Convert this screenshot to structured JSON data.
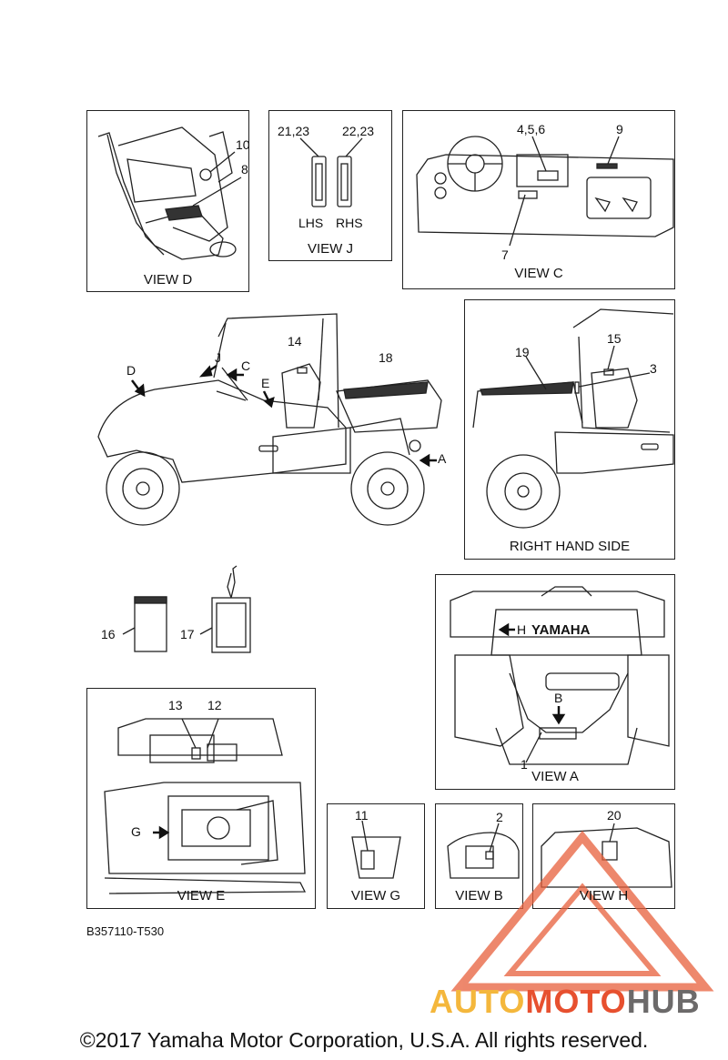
{
  "views": {
    "d": {
      "caption": "VIEW D",
      "callouts": [
        "10",
        "8"
      ]
    },
    "j": {
      "caption": "VIEW J",
      "left_top": "21,23",
      "right_top": "22,23",
      "lhs": "LHS",
      "rhs": "RHS"
    },
    "c": {
      "caption": "VIEW C",
      "callouts": [
        "4,5,6",
        "9",
        "7"
      ]
    },
    "main": {
      "callouts": [
        "14",
        "18"
      ],
      "arrows": [
        "D",
        "J",
        "C",
        "E",
        "A"
      ]
    },
    "rhs": {
      "caption": "RIGHT HAND SIDE",
      "callouts": [
        "19",
        "15",
        "3"
      ]
    },
    "tags": {
      "callouts": [
        "16",
        "17"
      ]
    },
    "a": {
      "caption": "VIEW A",
      "callouts": [
        "1"
      ],
      "arrows": [
        "H",
        "B"
      ],
      "plate_text": "YAMAHA"
    },
    "e": {
      "caption": "VIEW E",
      "callouts": [
        "13",
        "12"
      ],
      "arrows": [
        "G"
      ]
    },
    "g": {
      "caption": "VIEW G",
      "callouts": [
        "11"
      ]
    },
    "b": {
      "caption": "VIEW B",
      "callouts": [
        "2"
      ]
    },
    "h": {
      "caption": "VIEW H",
      "callouts": [
        "20"
      ]
    }
  },
  "diagram_code": "B357110-T530",
  "watermark": {
    "part1": "AUTO",
    "part2": "MOTO",
    "part3": "HUB"
  },
  "copyright": "©2017 Yamaha Motor Corporation, U.S.A. All rights reserved.",
  "colors": {
    "line": "#222222",
    "watermark_triangle": "#e8603c",
    "watermark_yellow": "#f4b73c",
    "watermark_red": "#e7502f",
    "watermark_grey": "#6c6a6a"
  }
}
